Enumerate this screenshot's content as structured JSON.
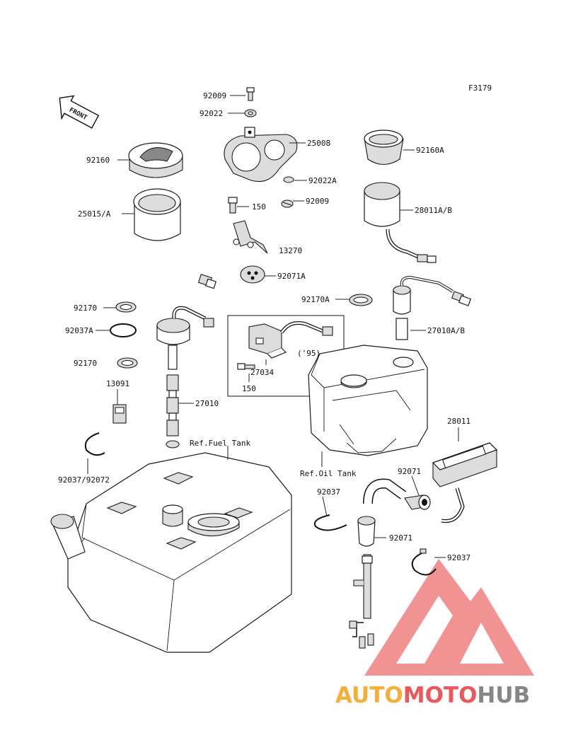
{
  "figure_code": "F3179",
  "front_arrow_label": "FRONT",
  "labels": {
    "p92009_top": "92009",
    "p92022": "92022",
    "p25008": "25008",
    "p92022A": "92022A",
    "p92160": "92160",
    "p92160A": "92160A",
    "p25015A": "25015/A",
    "p28011AB": "28011A/B",
    "p150_top": "150",
    "p92009_mid": "92009",
    "p13270": "13270",
    "p92071A": "92071A",
    "p92170A": "92170A",
    "p27010AB": "27010A/B",
    "p92170_top": "92170",
    "p92037A": "92037A",
    "p92170_bot": "92170",
    "p27034": "27034",
    "p95": "('95)",
    "p150_bot": "150",
    "p13091": "13091",
    "p27010": "27010",
    "p28011": "28011",
    "p92037_92072": "92037/92072",
    "ref_fuel_tank": "Ref.Fuel Tank",
    "ref_oil_tank": "Ref.Oil Tank",
    "p92071_top": "92071",
    "p92037_mid": "92037",
    "p92071_bot": "92071",
    "p92037_right": "92037"
  },
  "watermark": {
    "brand_part1": "AUTO",
    "brand_part2": "MOTO",
    "brand_part3": "HUB",
    "colors": {
      "orange": "#f5a623",
      "red": "#e8474a",
      "gray": "#7a7a7a",
      "triangle": "#f08080"
    }
  }
}
